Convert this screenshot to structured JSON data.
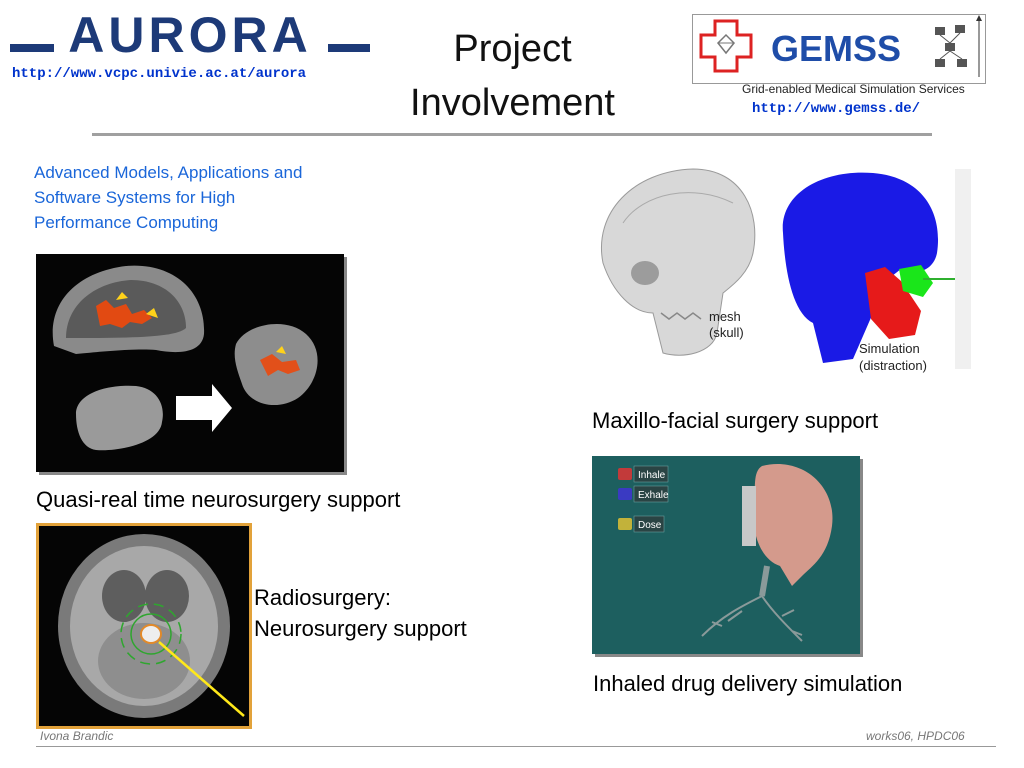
{
  "header": {
    "aurora_logo_text": "AURORA",
    "aurora_url": "http://www.vcpc.univie.ac.at/aurora",
    "title_line1": "Project",
    "title_line2": "Involvement",
    "gemss_logo_text": "GEMSS",
    "gemss_subtitle": "Grid-enabled Medical Simulation Services",
    "gemss_url": "http://www.gemss.de/"
  },
  "subtitle": {
    "line1": "Advanced Models, Applications and",
    "line2": "Software Systems for High",
    "line3": "Performance Computing"
  },
  "figures": {
    "neuro_caption": "Quasi-real time neurosurgery support",
    "radio_caption_line1": "Radiosurgery:",
    "radio_caption_line2": "Neurosurgery support",
    "maxillo_caption": "Maxillo-facial surgery support",
    "maxillo_label_mesh_1": "mesh",
    "maxillo_label_mesh_2": "(skull)",
    "maxillo_label_sim_1": "Simulation",
    "maxillo_label_sim_2": "(distraction)",
    "inhale_caption": "Inhaled drug delivery simulation",
    "inhale_buttons": [
      "Inhale",
      "Exhale",
      "Dose"
    ]
  },
  "footer": {
    "author": "Ivona Brandic",
    "event": "works06, HPDC06"
  },
  "colors": {
    "link_blue": "#0033cc",
    "subtitle_blue": "#1a66d9",
    "aurora_navy": "#1d3a78",
    "gemss_blue": "#1f4da8"
  }
}
